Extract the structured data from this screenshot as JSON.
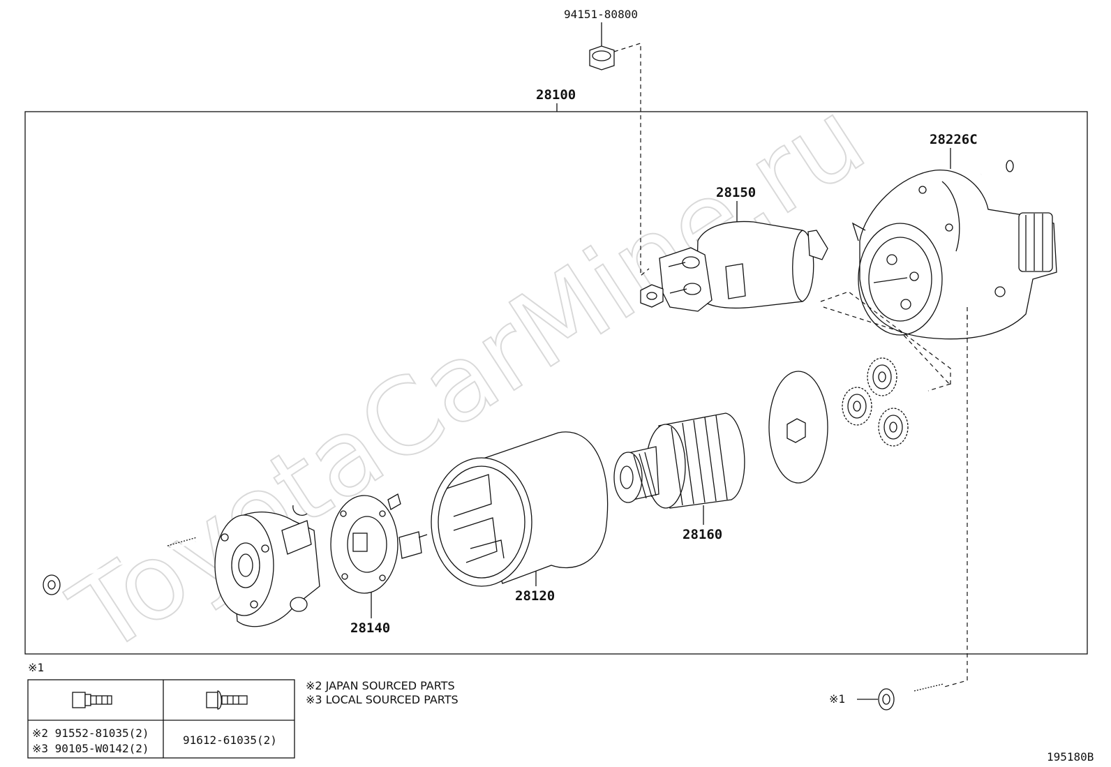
{
  "watermark": "ToyotaCarMine.ru",
  "diagram_code": "195180B",
  "labels": {
    "nut_top": "94151-80800",
    "starter_assy": "28100",
    "housing": "28226C",
    "solenoid": "28150",
    "armature": "28160",
    "yoke": "28120",
    "brush_holder": "28140",
    "bolt_ref": "※1"
  },
  "legend": {
    "ref_mark": "※1",
    "col1_line1": "※2 91552-81035(2)",
    "col1_line2": "※3 90105-W0142(2)",
    "col2_line1": "91612-61035(2)"
  },
  "notes": {
    "japan": "※2 JAPAN SOURCED PARTS",
    "local": "※3 LOCAL SOURCED PARTS"
  },
  "icons": [
    "flange-bolt-icon",
    "washer-bolt-icon"
  ]
}
